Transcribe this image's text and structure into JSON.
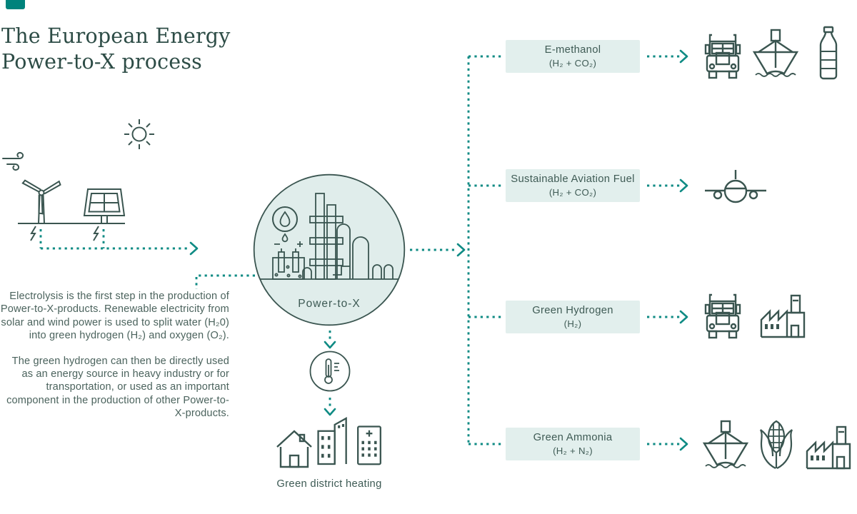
{
  "title": {
    "line1": "The European Energy",
    "line2": "Power-to-X process"
  },
  "colors": {
    "accent_teal": "#0f8b84",
    "logo_teal": "#00837c",
    "outline_ink": "#3a5550",
    "title_green": "#2d4c46",
    "body_text": "#4b635d",
    "panel_fill": "#e2efed",
    "circle_fill": "#e0edeb"
  },
  "inputs": {
    "icons": [
      "wind-icon",
      "sun-icon",
      "wind-turbine-icon",
      "solar-panel-icon",
      "lightning-icon"
    ]
  },
  "description": {
    "paragraph1": "Electrolysis is the first step in the production of Power-to-X-products. Renewable electricity from solar and wind power is used to split water (H₂0) into green hydrogen (H₂) and oxygen (O₂).",
    "paragraph2": "The green hydrogen can then be directly used as an energy source in heavy industry or for transportation, or used as an important component in the production of other Power-to-X-products."
  },
  "process": {
    "label": "Power-to-X",
    "icons": [
      "water-droplet-icon",
      "electrolysis-cell-icon",
      "refinery-towers-icon"
    ]
  },
  "heat_branch": {
    "icon": "thermometer-icon"
  },
  "district_heating": {
    "label": "Green district heating",
    "icons": [
      "house-icon",
      "apartment-building-icon",
      "hospital-building-icon"
    ]
  },
  "products": [
    {
      "name": "E-methanol",
      "formula": "(H₂ + CO₂)",
      "icons": [
        "truck-icon",
        "ship-icon",
        "bottle-icon"
      ]
    },
    {
      "name": "Sustainable Aviation Fuel",
      "formula": "(H₂ + CO₂)",
      "icons": [
        "airplane-icon"
      ]
    },
    {
      "name": "Green Hydrogen",
      "formula": "(H₂)",
      "icons": [
        "truck-icon",
        "factory-icon"
      ]
    },
    {
      "name": "Green Ammonia",
      "formula": "(H₂ + N₂)",
      "icons": [
        "ship-icon",
        "corn-icon",
        "factory-icon"
      ]
    }
  ]
}
